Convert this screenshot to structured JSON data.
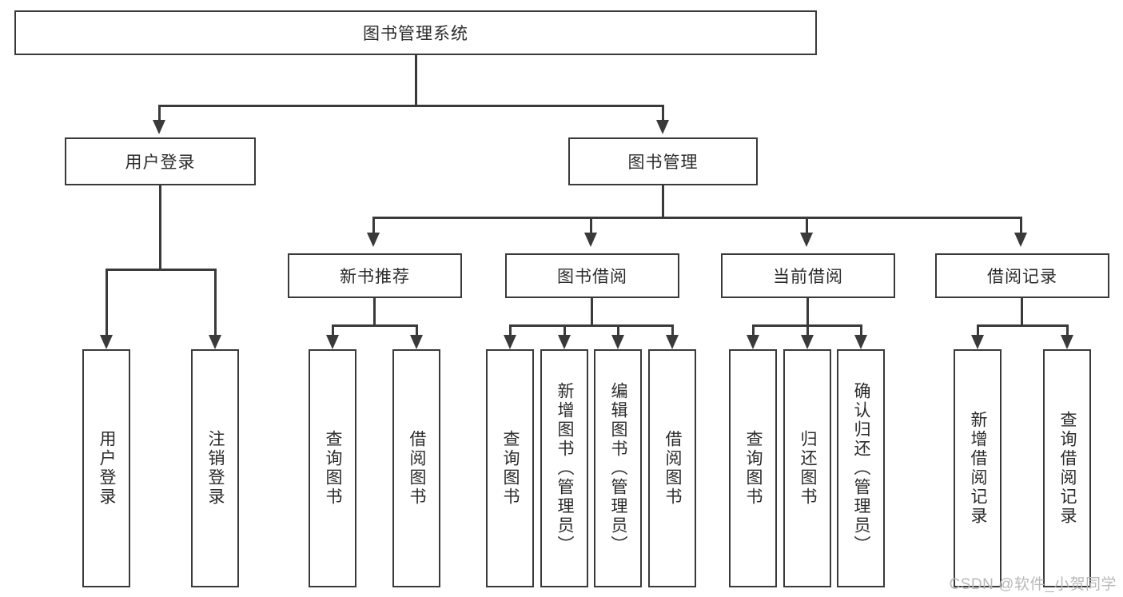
{
  "diagram": {
    "type": "tree-hierarchy-diagram",
    "title": "图书管理系统",
    "watermark": "CSDN @软件_小贺同学",
    "colors": {
      "stroke": "#3a3a3a",
      "fill": "#ffffff",
      "text": "#2b2b2b",
      "watermark": "#b9b9b9"
    },
    "root": {
      "label": "图书管理系统",
      "orientation": "horizontal"
    },
    "level2": [
      {
        "label": "用户登录",
        "orientation": "horizontal"
      },
      {
        "label": "图书管理",
        "orientation": "horizontal"
      }
    ],
    "level3": [
      {
        "label": "新书推荐",
        "orientation": "horizontal"
      },
      {
        "label": "图书借阅",
        "orientation": "horizontal"
      },
      {
        "label": "当前借阅",
        "orientation": "horizontal"
      },
      {
        "label": "借阅记录",
        "orientation": "horizontal"
      }
    ],
    "leaves": {
      "user_login": [
        {
          "label": "用户登录",
          "orientation": "vertical"
        },
        {
          "label": "注销登录",
          "orientation": "vertical"
        }
      ],
      "new_book_recommend": [
        {
          "label": "查询图书",
          "orientation": "vertical"
        },
        {
          "label": "借阅图书",
          "orientation": "vertical"
        }
      ],
      "book_borrow": [
        {
          "label": "查询图书",
          "orientation": "vertical"
        },
        {
          "label": "新增图书（管理员）",
          "orientation": "vertical"
        },
        {
          "label": "编辑图书（管理员）",
          "orientation": "vertical"
        },
        {
          "label": "借阅图书",
          "orientation": "vertical"
        }
      ],
      "current_borrow": [
        {
          "label": "查询图书",
          "orientation": "vertical"
        },
        {
          "label": "归还图书",
          "orientation": "vertical"
        },
        {
          "label": "确认归还（管理员）",
          "orientation": "vertical"
        }
      ],
      "borrow_record": [
        {
          "label": "新增借阅记录",
          "orientation": "vertical"
        },
        {
          "label": "查询借阅记录",
          "orientation": "vertical"
        }
      ]
    }
  }
}
